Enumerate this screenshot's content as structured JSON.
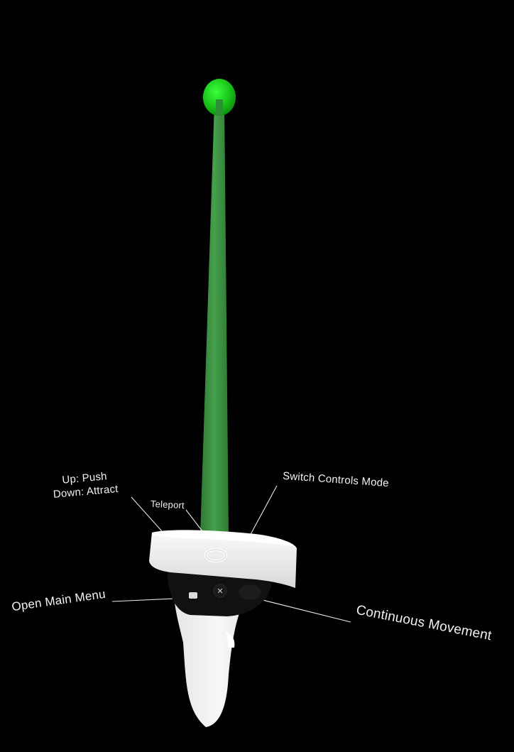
{
  "scene": {
    "background_color": "#000000",
    "pointer_ray_color": "#3a8f40",
    "pointer_tip_color": "#1fd11f",
    "controller_color": "#f2f2f2"
  },
  "controller": {
    "name": "left-vr-controller",
    "buttons": [
      {
        "icon": "menu-button-icon"
      },
      {
        "icon": "x-button-icon",
        "glyph": "✕"
      },
      {
        "icon": "thumbstick-icon"
      }
    ]
  },
  "labels": {
    "push_attract": {
      "line1": "Up: Push",
      "line2": "Down: Attract"
    },
    "teleport": "Teleport",
    "switch_mode": "Switch Controls Mode",
    "open_menu": "Open Main Menu",
    "continuous_movement": "Continuous Movement"
  }
}
